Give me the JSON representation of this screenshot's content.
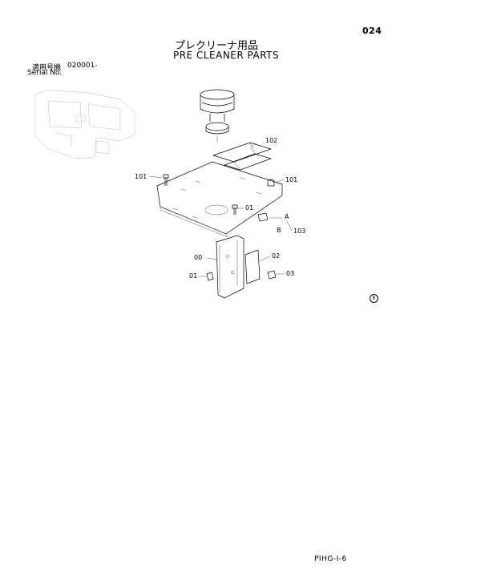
{
  "header": {
    "page_number": "024",
    "title_jp": "プレクリーナ用品",
    "title_en": "PRE CLEANER PARTS",
    "serial_label_jp": "適用号機",
    "serial_value": "020001-",
    "serial_label_en": "Serial No."
  },
  "diagram": {
    "callouts": [
      "102",
      "101",
      "101",
      "01",
      "A",
      "B",
      "103",
      "00",
      "02",
      "01",
      "03"
    ]
  },
  "footer": {
    "code": "PIHG-I-6",
    "mark": "R"
  }
}
